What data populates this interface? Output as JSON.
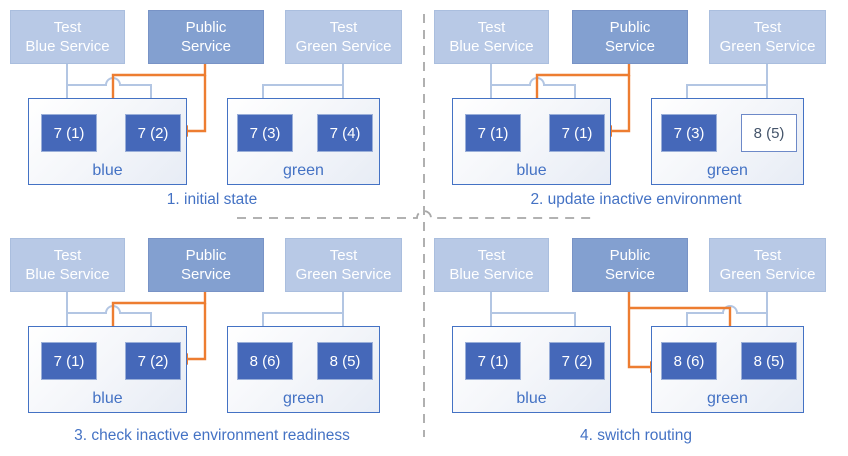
{
  "colors": {
    "accent_blue": "#4472C4",
    "version_box_fill": "#4568B9",
    "service_test_fill": "#B8C9E6",
    "service_public_fill": "#83A0D0",
    "connector_test_blue": "#B3C6E3",
    "public_route_orange": "#ED7D31",
    "divider_gray": "#A8A8A8",
    "inactive_update_box_text": "#44546A"
  },
  "panels": [
    {
      "caption": "1. initial state",
      "services": [
        "Test\nBlue Service",
        "Public\nService",
        "Test\nGreen Service"
      ],
      "environments": [
        {
          "name": "blue",
          "versions": [
            "7 (1)",
            "7 (2)"
          ]
        },
        {
          "name": "green",
          "versions": [
            "7 (3)",
            "7 (4)"
          ]
        }
      ],
      "public_route": "blue"
    },
    {
      "caption": "2. update inactive environment",
      "services": [
        "Test\nBlue Service",
        "Public\nService",
        "Test\nGreen Service"
      ],
      "environments": [
        {
          "name": "blue",
          "versions": [
            "7 (1)",
            "7 (1)"
          ]
        },
        {
          "name": "green",
          "versions": [
            "7 (3)",
            "8 (5)"
          ]
        }
      ],
      "public_route": "blue",
      "updating_version": "8 (5)"
    },
    {
      "caption": "3. check inactive environment readiness",
      "services": [
        "Test\nBlue Service",
        "Public\nService",
        "Test\nGreen Service"
      ],
      "environments": [
        {
          "name": "blue",
          "versions": [
            "7 (1)",
            "7 (2)"
          ]
        },
        {
          "name": "green",
          "versions": [
            "8 (6)",
            "8 (5)"
          ]
        }
      ],
      "public_route": "blue"
    },
    {
      "caption": "4. switch routing",
      "services": [
        "Test\nBlue Service",
        "Public\nService",
        "Test\nGreen Service"
      ],
      "environments": [
        {
          "name": "blue",
          "versions": [
            "7 (1)",
            "7 (2)"
          ]
        },
        {
          "name": "green",
          "versions": [
            "8 (6)",
            "8 (5)"
          ]
        }
      ],
      "public_route": "green"
    }
  ]
}
